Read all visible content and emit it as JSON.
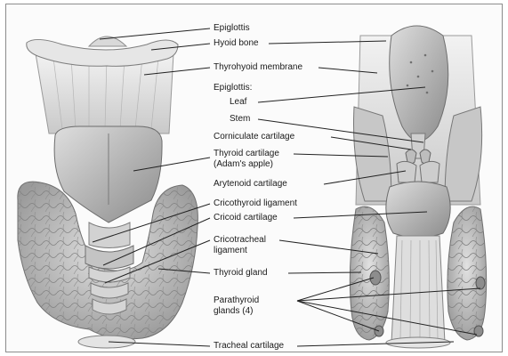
{
  "labels": {
    "epiglottis": "Epiglottis",
    "hyoid_bone": "Hyoid bone",
    "thyrohyoid_membrane": "Thyrohyoid membrane",
    "epiglottis_group": "Epiglottis:",
    "leaf": "Leaf",
    "stem": "Stem",
    "corniculate_cartilage": "Corniculate cartilage",
    "thyroid_cartilage_1": "Thyroid cartilage",
    "thyroid_cartilage_2": "(Adam's apple)",
    "arytenoid_cartilage": "Arytenoid cartilage",
    "cricothyroid_ligament": "Cricothyroid ligament",
    "cricoid_cartilage": "Cricoid cartilage",
    "cricotracheal_1": "Cricotracheal",
    "cricotracheal_2": "ligament",
    "thyroid_gland": "Thyroid gland",
    "parathyroid_1": "Parathyroid",
    "parathyroid_2": "glands (4)",
    "tracheal_cartilage": "Tracheal cartilage"
  }
}
